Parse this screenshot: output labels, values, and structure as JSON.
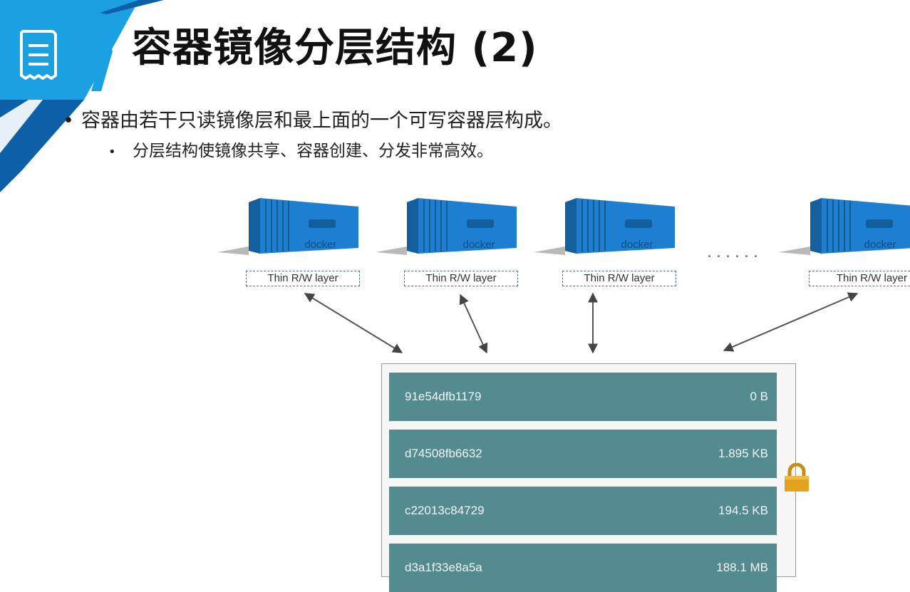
{
  "slide": {
    "title": "容器镜像分层结构 (2)",
    "icon": "document-icon",
    "bullets": [
      "容器由若干只读镜像层和最上面的一个可写容器层构成。",
      "分层结构使镜像共享、容器创建、分发非常高效。"
    ],
    "bullet_mark": "•"
  },
  "diagram": {
    "containers": [
      {
        "brand": "docker",
        "label": "Thin R/W layer"
      },
      {
        "brand": "docker",
        "label": "Thin R/W layer"
      },
      {
        "brand": "docker",
        "label": "Thin R/W layer"
      },
      {
        "brand": "docker",
        "label": "Thin R/W layer"
      }
    ],
    "ellipsis": "......",
    "layers": [
      {
        "id": "91e54dfb1179",
        "size": "0 B"
      },
      {
        "id": "d74508fb6632",
        "size": "1.895 KB"
      },
      {
        "id": "c22013c84729",
        "size": "194.5 KB"
      },
      {
        "id": "d3a1f33e8a5a",
        "size": "188.1 MB"
      }
    ],
    "lock_icon": "lock-icon"
  },
  "colors": {
    "accent_blue": "#1ba1e2",
    "container_blue": "#1e7fd0",
    "layer_teal": "#548b91",
    "lock_gold": "#e3a31c"
  }
}
